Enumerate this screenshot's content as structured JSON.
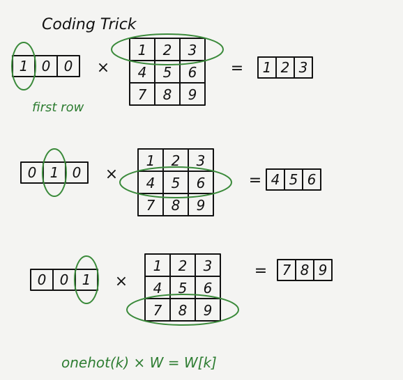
{
  "title": "Coding Trick",
  "note": "first row",
  "formula": "onehot(k) × W = W[k]",
  "equals": "=",
  "times": "×",
  "matrix": [
    [
      "1",
      "2",
      "3"
    ],
    [
      "4",
      "5",
      "6"
    ],
    [
      "7",
      "8",
      "9"
    ]
  ],
  "examples": [
    {
      "vector": [
        "1",
        "0",
        "0"
      ],
      "result": [
        "1",
        "2",
        "3"
      ],
      "highlight_index": 0
    },
    {
      "vector": [
        "0",
        "1",
        "0"
      ],
      "result": [
        "4",
        "5",
        "6"
      ],
      "highlight_index": 1
    },
    {
      "vector": [
        "0",
        "0",
        "1"
      ],
      "result": [
        "7",
        "8",
        "9"
      ],
      "highlight_index": 2
    }
  ]
}
